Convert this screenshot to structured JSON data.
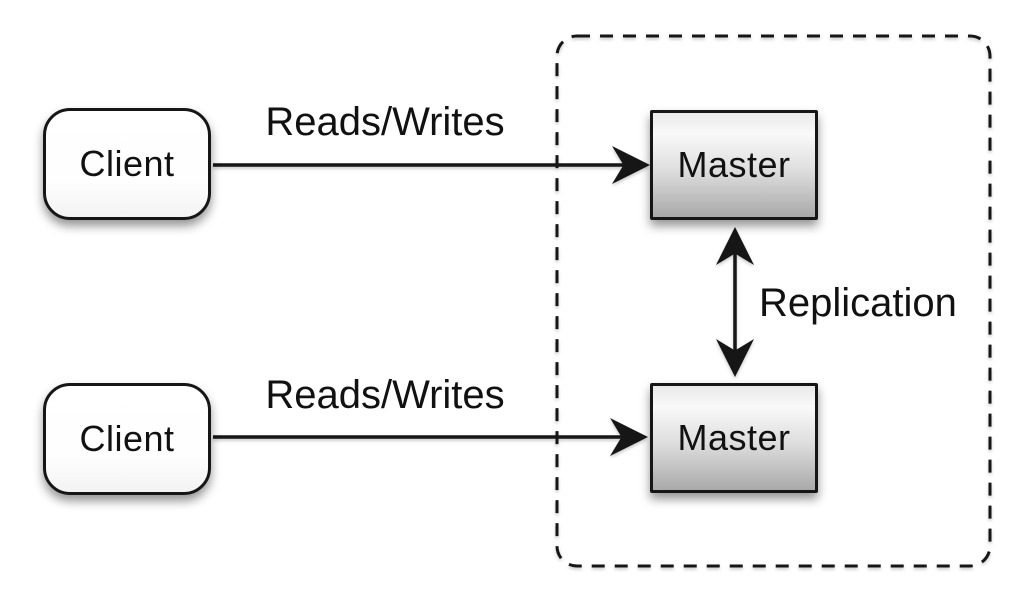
{
  "diagram": {
    "kind": "architecture-diagram",
    "colors": {
      "background": "#ffffff",
      "stroke": "#161616",
      "text": "#111111",
      "master_fill_top": "#f9f9f9",
      "master_fill_bottom": "#a9a9a9",
      "client_fill": "#ffffff"
    },
    "nodes": {
      "client_top": {
        "label": "Client",
        "shape": "rounded-rect"
      },
      "client_bottom": {
        "label": "Client",
        "shape": "rounded-rect"
      },
      "master_top": {
        "label": "Master",
        "shape": "rect"
      },
      "master_bottom": {
        "label": "Master",
        "shape": "rect"
      }
    },
    "group": {
      "style": "dashed-rounded-rect",
      "contains": [
        "master_top",
        "master_bottom"
      ]
    },
    "edges": {
      "reads_writes_top": {
        "label": "Reads/Writes",
        "from": "client_top",
        "to": "master_top",
        "direction": "one-way"
      },
      "reads_writes_bottom": {
        "label": "Reads/Writes",
        "from": "client_bottom",
        "to": "master_bottom",
        "direction": "one-way"
      },
      "replication": {
        "label": "Replication",
        "from": "master_top",
        "to": "master_bottom",
        "direction": "two-way"
      }
    }
  }
}
